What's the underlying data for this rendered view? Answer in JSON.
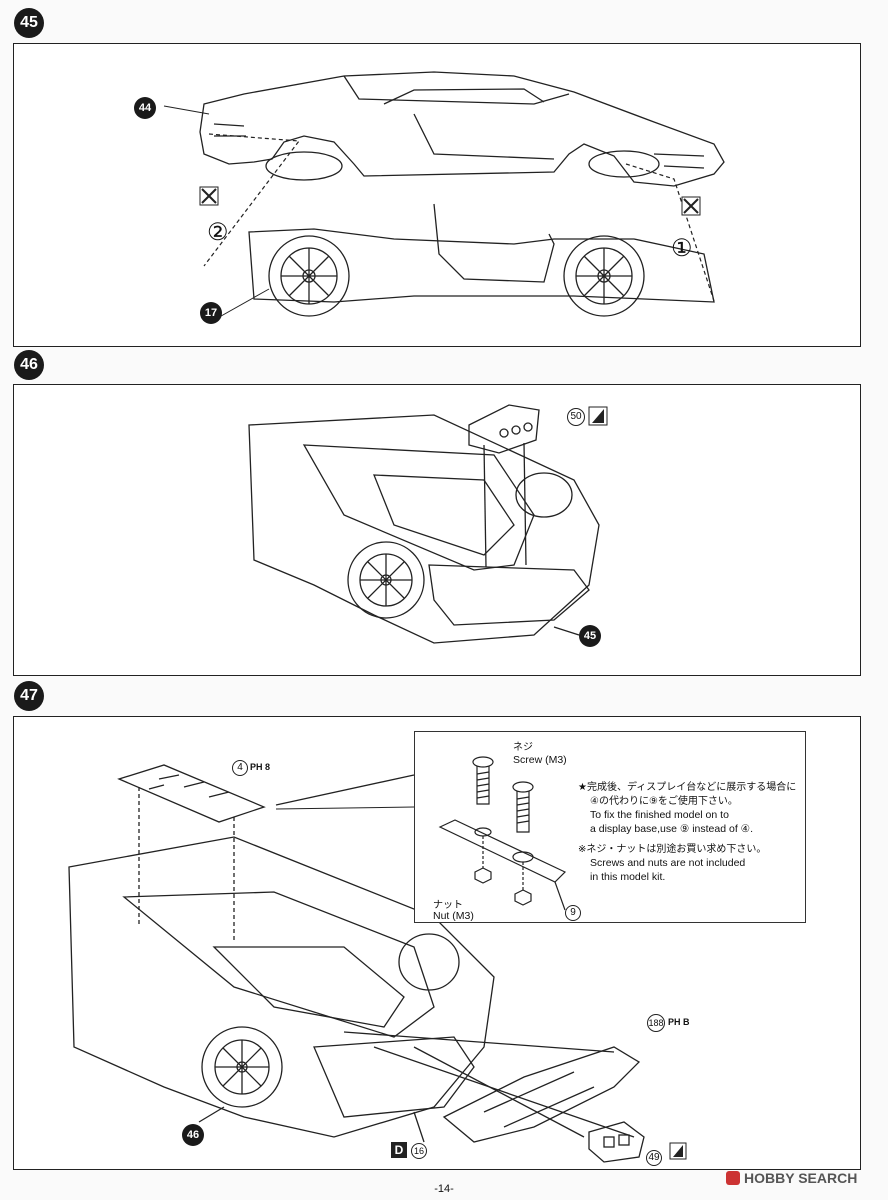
{
  "steps": [
    {
      "number": "45",
      "parts": {
        "body": "44",
        "chassis": "17",
        "mark_front": "①",
        "mark_rear": "②"
      }
    },
    {
      "number": "46",
      "parts": {
        "block": "50",
        "rear_diffuser": "45"
      }
    },
    {
      "number": "47",
      "parts": {
        "plate": "4",
        "plate_tag": "PH 8",
        "wing": "188",
        "wing_tag": "PH B",
        "base": "46",
        "muffler": "49",
        "d_label": "D",
        "d_part": "16"
      }
    }
  ],
  "note": {
    "screw_jp": "ネジ",
    "screw_en": "Screw (M3)",
    "nut_jp": "ナット",
    "nut_en": "Nut (M3)",
    "part": "9",
    "lines": [
      "★完成後、ディスプレイ台などに展示する場合に",
      "④の代わりに⑨をご使用下さい。",
      "To fix the finished model on to",
      "a display base,use ⑨ instead of ④.",
      "※ネジ・ナットは別途お買い求め下さい。",
      "Screws and nuts are not included",
      "in this model kit."
    ]
  },
  "footer": {
    "page": "-14-",
    "watermark": "HOBBY SEARCH"
  }
}
